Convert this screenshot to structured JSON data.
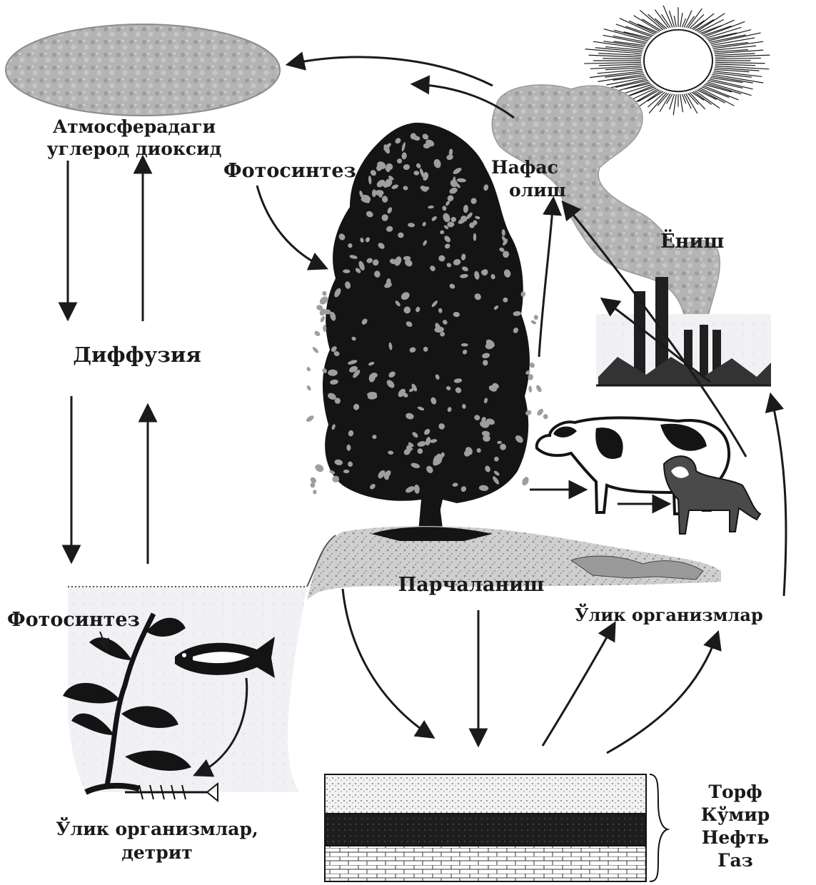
{
  "labels": {
    "atmosphere_line1": "Атмосферадаги",
    "atmosphere_line2": "углерод диоксид",
    "photosynthesis_land": "Фотосинтез",
    "respiration_line1": "Нафас",
    "respiration_line2": "олиш",
    "combustion": "Ёниш",
    "diffusion": "Диффузия",
    "decomposition": "Парчаланиш",
    "dead_organisms": "Ўлик организмлар",
    "photosynthesis_water": "Фотосинтез",
    "dead_organisms_detritus_line1": "Ўлик организмлар,",
    "dead_organisms_detritus_line2": "детрит",
    "fossil_peat": "Торф",
    "fossil_coal": "Кўмир",
    "fossil_oil": "Нефть",
    "fossil_gas": "Газ"
  },
  "colors": {
    "ink": "#1a1a1a",
    "cloud": "#a8a8a8",
    "water": "#ececf2"
  }
}
